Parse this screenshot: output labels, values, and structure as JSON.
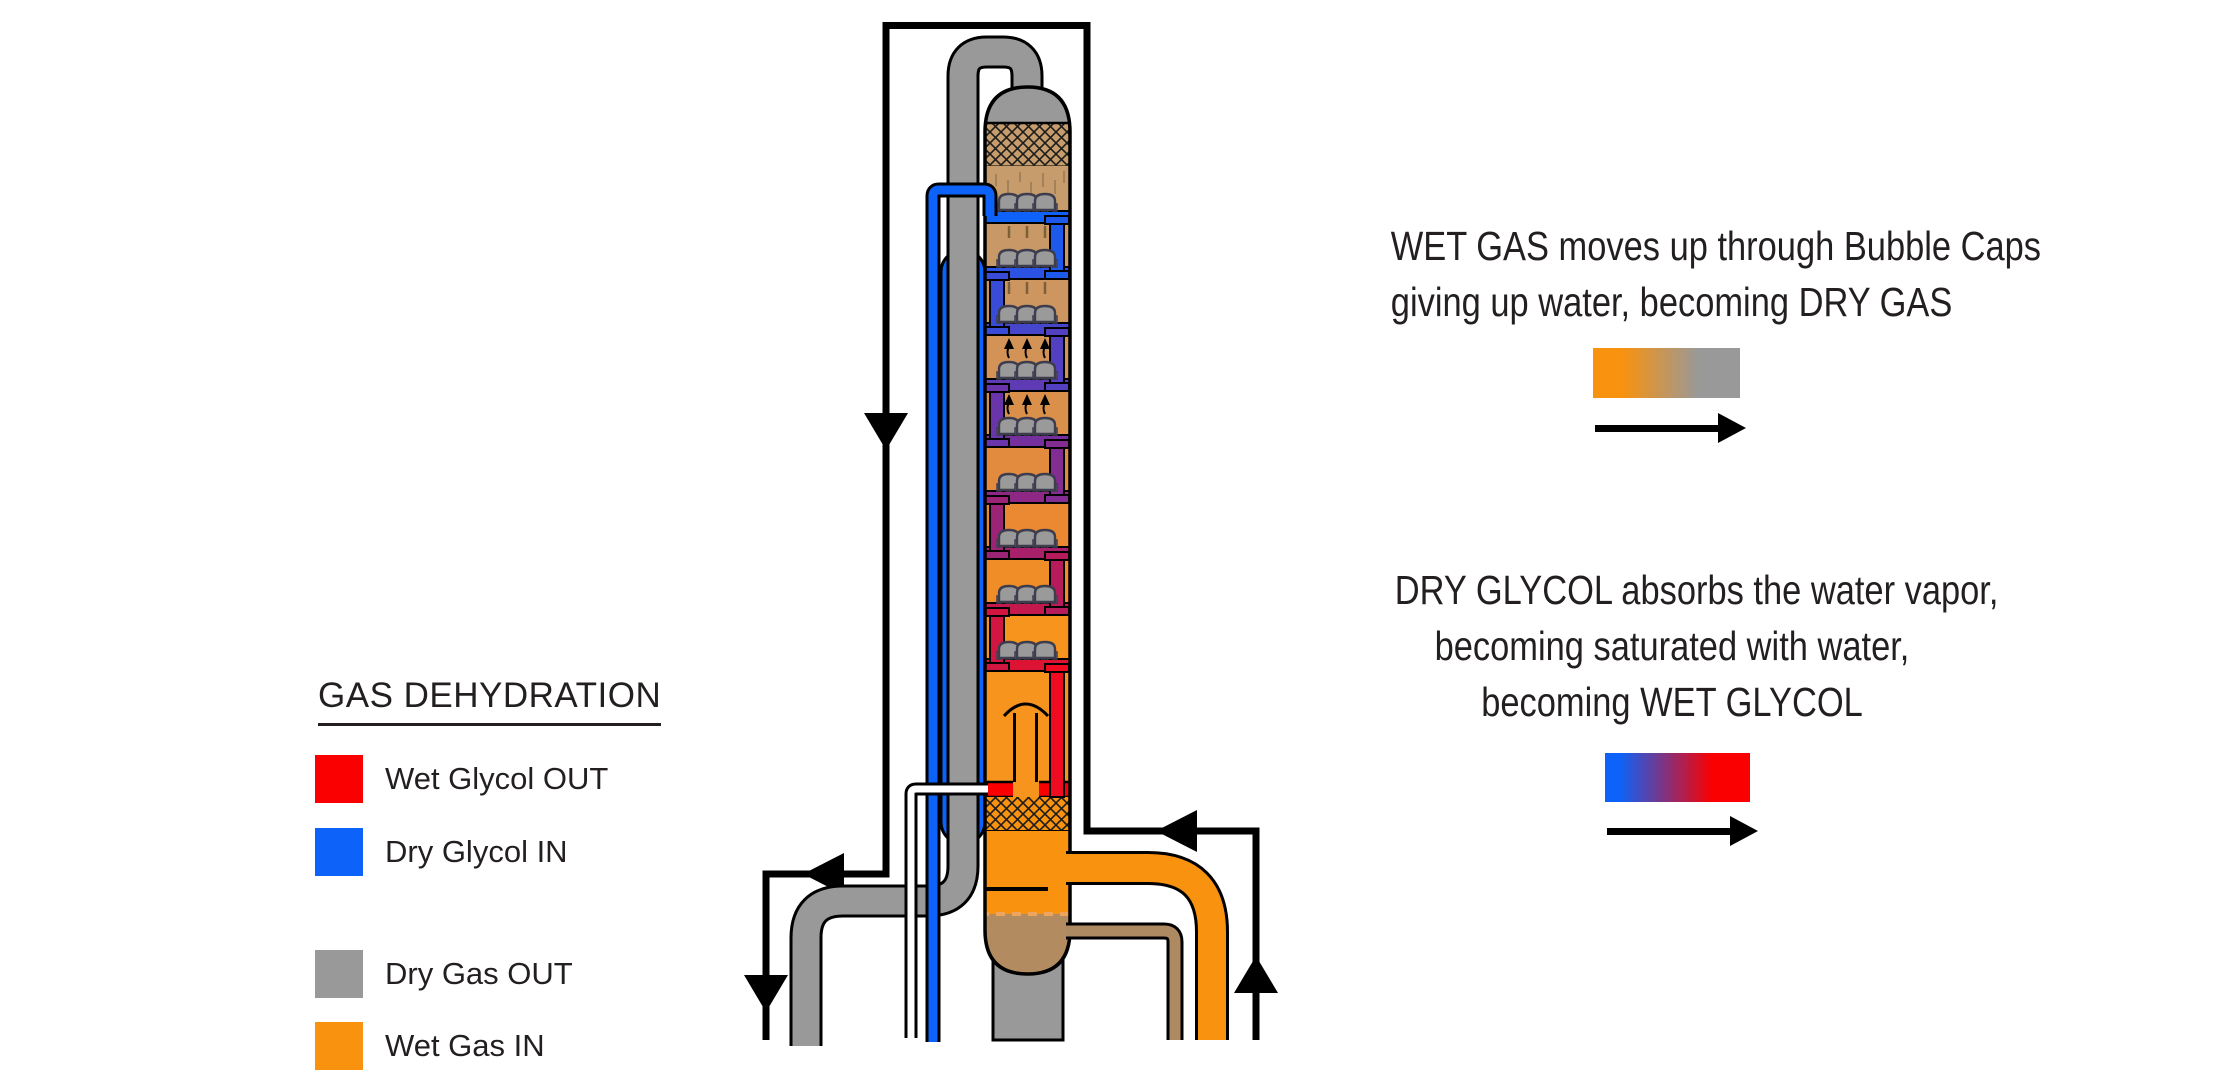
{
  "legend": {
    "title": "GAS DEHYDRATION",
    "items": [
      {
        "label": "Wet Glycol OUT",
        "color": "#fb0000",
        "swatch_icon": "red-square"
      },
      {
        "label": "Dry Glycol IN",
        "color": "#0d63f9",
        "swatch_icon": "blue-square"
      },
      {
        "label": "Dry Gas OUT",
        "color": "#999999",
        "swatch_icon": "gray-square"
      },
      {
        "label": "Wet Gas IN",
        "color": "#f8920f",
        "swatch_icon": "orange-square"
      }
    ]
  },
  "annotations": {
    "wet_gas": {
      "line1": "WET GAS moves up through Bubble Caps",
      "line2": "giving up water, becoming DRY GAS",
      "gradient_from": "#f8920f",
      "gradient_to": "#999999",
      "arrow_icon": "right-arrow"
    },
    "dry_glycol": {
      "line1": "DRY GLYCOL absorbs the water vapor,",
      "line2": "becoming saturated with water,",
      "line3": "becoming WET GLYCOL",
      "gradient_from": "#0d63f9",
      "gradient_to": "#fb0000",
      "arrow_icon": "right-arrow"
    }
  },
  "diagram": {
    "bubble_cap_tray_count": 9,
    "flow_arrow_icons": [
      "down-arrow",
      "left-arrow",
      "down-arrow",
      "left-arrow",
      "up-arrow"
    ],
    "parts": [
      "contactor-column",
      "mist-eliminator-mesh",
      "bubble-cap-trays",
      "wet-glycol-collector",
      "gas-riser",
      "dry-gas-gooseneck-pipe",
      "glycol-gas-heat-exchanger-jacket",
      "dry-glycol-supply-pipe",
      "wet-glycol-out-pipe",
      "wet-gas-inlet-pipe",
      "glycol-drain-pipe"
    ]
  },
  "colors": {
    "red": "#fb0000",
    "blue": "#0d63f9",
    "gray": "#999999",
    "orange": "#f8920f",
    "tan": "#c69c6d",
    "tandark": "#b28b61",
    "pipetan": "#ae8a62",
    "ink": "#231f20"
  }
}
